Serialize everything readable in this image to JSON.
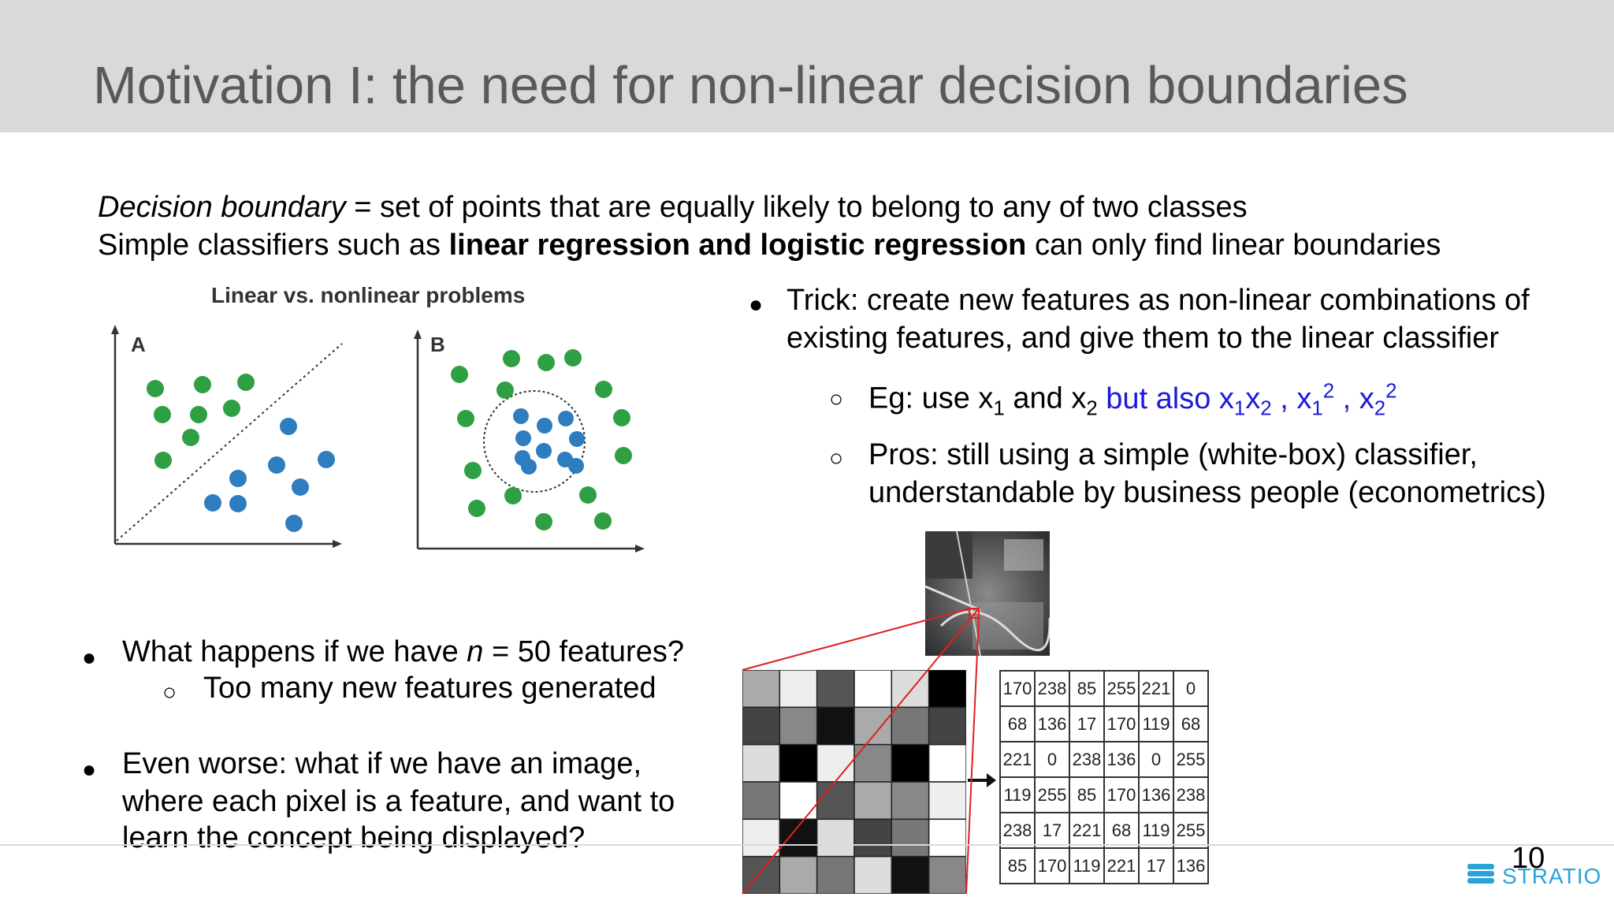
{
  "title": "Motivation I: the need for non-linear decision boundaries",
  "intro": {
    "line1_italic": "Decision boundary",
    "line1_rest": " = set of points that are equally likely to belong to any of two classes",
    "line2_pre": "Simple classifiers such as ",
    "line2_bold": "linear regression and logistic regression",
    "line2_post": " can only find linear boundaries"
  },
  "figure": {
    "title": "Linear vs. nonlinear problems",
    "panel_a_label": "A",
    "panel_b_label": "B",
    "colors": {
      "green": "#2ea043",
      "blue": "#2e7dbf",
      "axis": "#333333"
    }
  },
  "trick": {
    "bullet": "Trick: create new features as non-linear combinations of",
    "bullet_line2": "existing features, and give them to the linear classifier",
    "eg_pre": "Eg: use x",
    "eg_sub1": "1",
    "eg_and": " and x",
    "eg_sub2": "2",
    "eg_blue1": " but also x",
    "eg_blue_sub1": "1",
    "eg_blue2": "x",
    "eg_blue_sub2": "2",
    "eg_blue3": " ,  x",
    "eg_blue_sub3": "1",
    "eg_blue_sup3": "2",
    "eg_blue4": " , x",
    "eg_blue_sub4": "2",
    "eg_blue_sup4": "2",
    "pros_line1": "Pros: still using a simple (white-box) classifier,",
    "pros_line2": "understandable by business people (econometrics)"
  },
  "questions": {
    "q1_pre": "What happens if we have ",
    "q1_italic": "n",
    "q1_post": " = 50 features?",
    "q1_sub": "Too many new features generated",
    "q2_line1": "Even worse: what if we have an image,",
    "q2_line2": "where each pixel is a feature, and want to",
    "q2_line3": "learn the concept being displayed?"
  },
  "pixel_values": [
    [
      "170",
      "238",
      "85",
      "255",
      "221",
      "0"
    ],
    [
      "68",
      "136",
      "17",
      "170",
      "119",
      "68"
    ],
    [
      "221",
      "0",
      "238",
      "136",
      "0",
      "255"
    ],
    [
      "119",
      "255",
      "85",
      "170",
      "136",
      "238"
    ],
    [
      "238",
      "17",
      "221",
      "68",
      "119",
      "255"
    ],
    [
      "85",
      "170",
      "119",
      "221",
      "17",
      "136"
    ]
  ],
  "page_number": "10",
  "logo_text": "STRATIO"
}
